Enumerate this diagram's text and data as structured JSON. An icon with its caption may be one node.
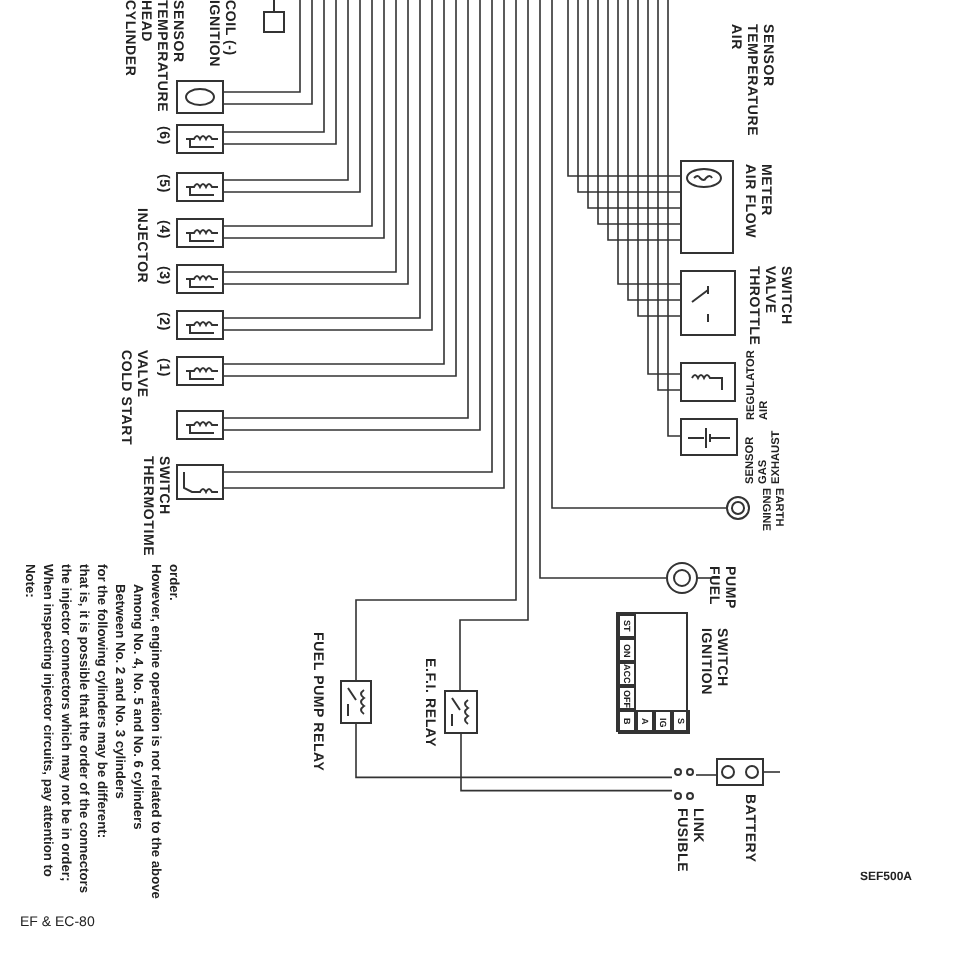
{
  "diagram": {
    "nodes": [
      {
        "text": [
          "IGNITION COIL (-)"
        ]
      },
      {
        "text": [
          "CYLINDER HEAD TEMPERATURE SENSOR"
        ]
      },
      {
        "text": [
          "(6)"
        ]
      },
      {
        "text": [
          "(5)"
        ]
      },
      {
        "text": [
          "(4)"
        ]
      },
      {
        "text": [
          "(3)"
        ]
      },
      {
        "text": [
          "(2)"
        ]
      },
      {
        "text": [
          "(1)"
        ]
      },
      {
        "text": [
          "COLD START VALVE"
        ]
      },
      {
        "text": [
          "THERMOTIME SWITCH"
        ]
      },
      {
        "text": [
          "AIR FLOW METER"
        ]
      },
      {
        "text": [
          "AIR TEMPERATURE SENSOR"
        ],
        "in": 10
      },
      {
        "text": [
          "THROTTLE VALVE SWITCH"
        ]
      },
      {
        "text": [
          "AIR REGULATOR"
        ]
      },
      {
        "text": [
          "EXHAUST GAS SENSOR"
        ]
      },
      {
        "text": [
          "ENGINE EARTH"
        ]
      },
      {
        "text": [
          "FUEL PUMP"
        ]
      },
      {
        "text": [
          "IGNITION SWITCH"
        ]
      },
      {
        "text": [
          "BATTERY"
        ]
      },
      {
        "text": [
          "FUSIBLE LINK"
        ]
      },
      {
        "text": [
          "FUEL PUMP RELAY"
        ]
      },
      {
        "text": [
          "E.F.I. RELAY"
        ]
      }
    ],
    "edges": [
      {
        "from": 20,
        "to": 19,
        "arrow": "none"
      },
      {
        "from": 21,
        "to": 19,
        "arrow": "none"
      },
      {
        "from": 19,
        "to": 18,
        "arrow": "none"
      }
    ],
    "labels": [
      "INJECTOR",
      "Note:",
      "When inspecting injector circuits, pay attention to the injector connectors which may not be in order; that is, it is possible that the order of the connectors for the following cylinders may be different:",
      "Between No. 2 and No. 3 cylinders",
      "Among No. 4, No. 5 and No. 6 cylinders",
      "However, engine operation is not related to the above order.",
      "OFF",
      "ACC",
      "ON",
      "ST",
      "B",
      "A",
      "IG",
      "S",
      "SEF500A",
      "EF & EC-80"
    ]
  }
}
